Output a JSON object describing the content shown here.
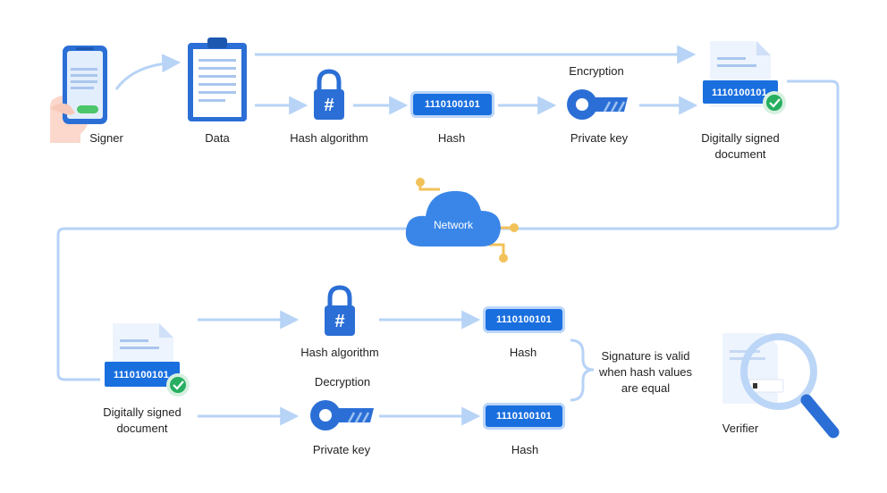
{
  "nodes": {
    "signer": "Signer",
    "data": "Data",
    "hash_algorithm_top": "Hash algorithm",
    "hash_top": "Hash",
    "encryption": "Encryption",
    "private_key_top": "Private key",
    "signed_doc_top": "Digitally signed\ndocument",
    "network": "Network",
    "signed_doc_bottom": "Digitally signed\ndocument",
    "hash_algorithm_bottom": "Hash algorithm",
    "hash_bottom_1": "Hash",
    "decryption": "Decryption",
    "private_key_bottom": "Private key",
    "hash_bottom_2": "Hash",
    "signature_note": "Signature is valid\nwhen hash values\nare equal",
    "verifier": "Verifier"
  },
  "binary_values": {
    "hash_top": "1110100101",
    "signed_doc_top": "1110100101",
    "signed_doc_bottom": "1110100101",
    "hash_bottom_1": "1110100101",
    "hash_bottom_2": "1110100101"
  },
  "colors": {
    "primary": "#1a6fdf",
    "light": "#bcd6f7",
    "arrow": "#b7d3f6",
    "accent": "#f2c25a",
    "check": "#27ae60"
  }
}
